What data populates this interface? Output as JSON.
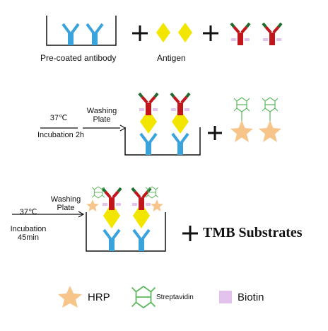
{
  "labels": {
    "pre_coated": "Pre-coated antibody",
    "antigen": "Antigen",
    "step2_incubation": "37℃\nIncubation 2h",
    "step2_washing": "Washing\nPlate",
    "step3_incubation": "37℃\nIncubation\n45min",
    "step3_washing": "Washing\nPlate",
    "tmb": "TMB Substrates",
    "plus": "+"
  },
  "legend": {
    "hrp": "HRP",
    "streptavidin": "Streptavidin",
    "biotin": "Biotin"
  },
  "colors": {
    "antibody_blue": "#3aa3dc",
    "antigen_yellow": "#f2e600",
    "detect_red": "#c0161c",
    "detect_green": "#1f6b2e",
    "biotin_purple": "#e3c3ee",
    "hrp_orange": "#f7c48a",
    "strep_green": "#5cb85c"
  }
}
